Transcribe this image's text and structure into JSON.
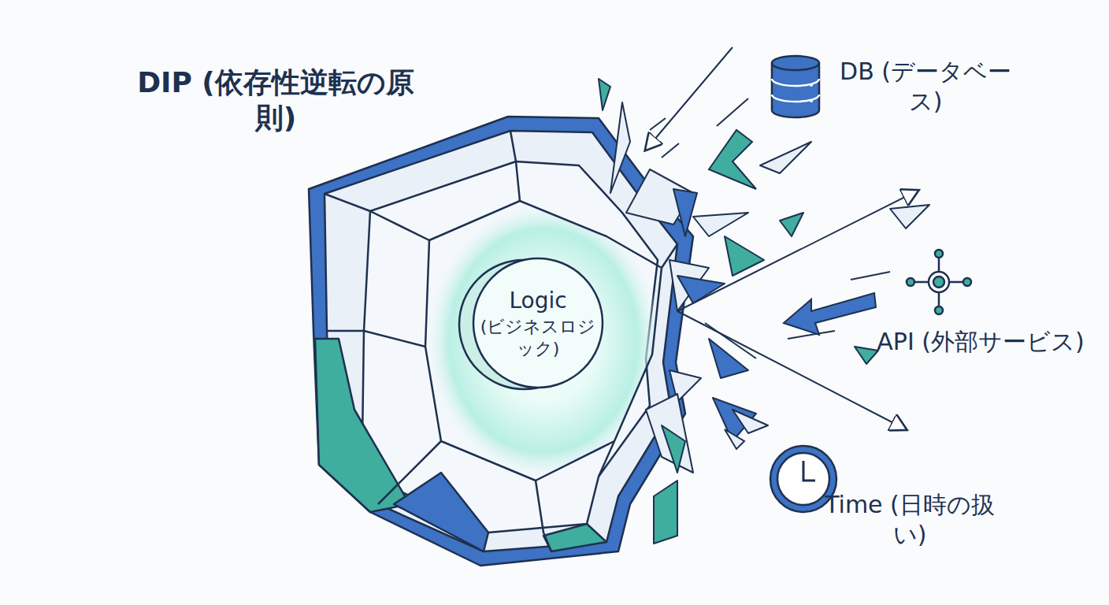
{
  "diagram": {
    "title": "DIP (依存性逆転の原則)",
    "nodes": [
      {
        "text": [
          "Logic",
          "(ビジネスロジック)"
        ]
      }
    ],
    "labels": [
      "DB (データベース)",
      "API (外部サービス)",
      "Time (日時の扱い)"
    ]
  }
}
